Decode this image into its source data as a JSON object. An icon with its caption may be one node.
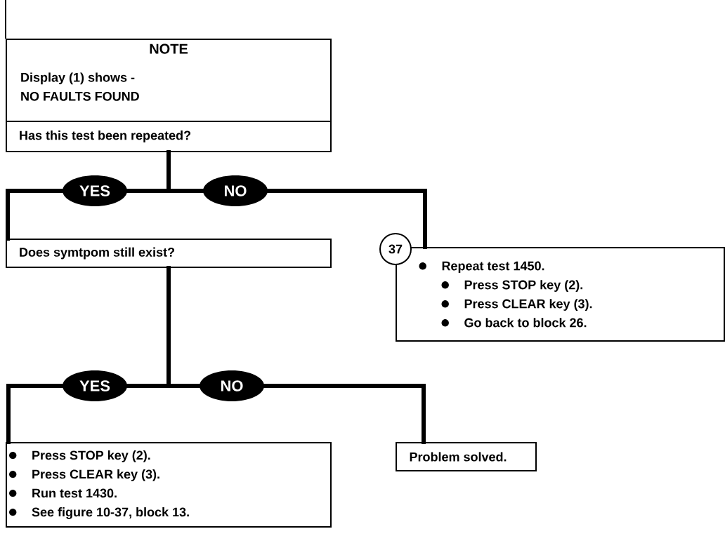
{
  "diagram": {
    "nodes": [
      {
        "text": [
          "NOTE",
          "Display (1) shows - NO FAULTS FOUND"
        ]
      },
      {
        "text": [
          "Has this test been repeated?"
        ]
      },
      {
        "text": [
          "YES"
        ]
      },
      {
        "text": [
          "NO"
        ]
      },
      {
        "text": [
          "Does symtpom still exist?"
        ]
      },
      {
        "text": [
          "37"
        ]
      },
      {
        "text": [
          "Repeat test 1450.",
          "Press STOP key (2).",
          "Press CLEAR key (3).",
          "Go back to block 26."
        ]
      },
      {
        "text": [
          "YES"
        ]
      },
      {
        "text": [
          "NO"
        ]
      },
      {
        "text": [
          "Press STOP key (2).",
          "Press CLEAR key (3).",
          "Run test 1430.",
          "See figure 10-37, block 13."
        ]
      },
      {
        "text": [
          "Problem solved."
        ]
      }
    ],
    "edges": [
      {
        "from": 1,
        "to": 2,
        "arrow": "none"
      },
      {
        "from": 1,
        "to": 3,
        "arrow": "none"
      },
      {
        "from": 2,
        "to": 4,
        "arrow": "none"
      },
      {
        "from": 3,
        "to": 6,
        "arrow": "none"
      },
      {
        "from": 4,
        "to": 7,
        "arrow": "none"
      },
      {
        "from": 4,
        "to": 8,
        "arrow": "none"
      },
      {
        "from": 7,
        "to": 9,
        "arrow": "none"
      },
      {
        "from": 8,
        "to": 10,
        "arrow": "none"
      }
    ]
  }
}
